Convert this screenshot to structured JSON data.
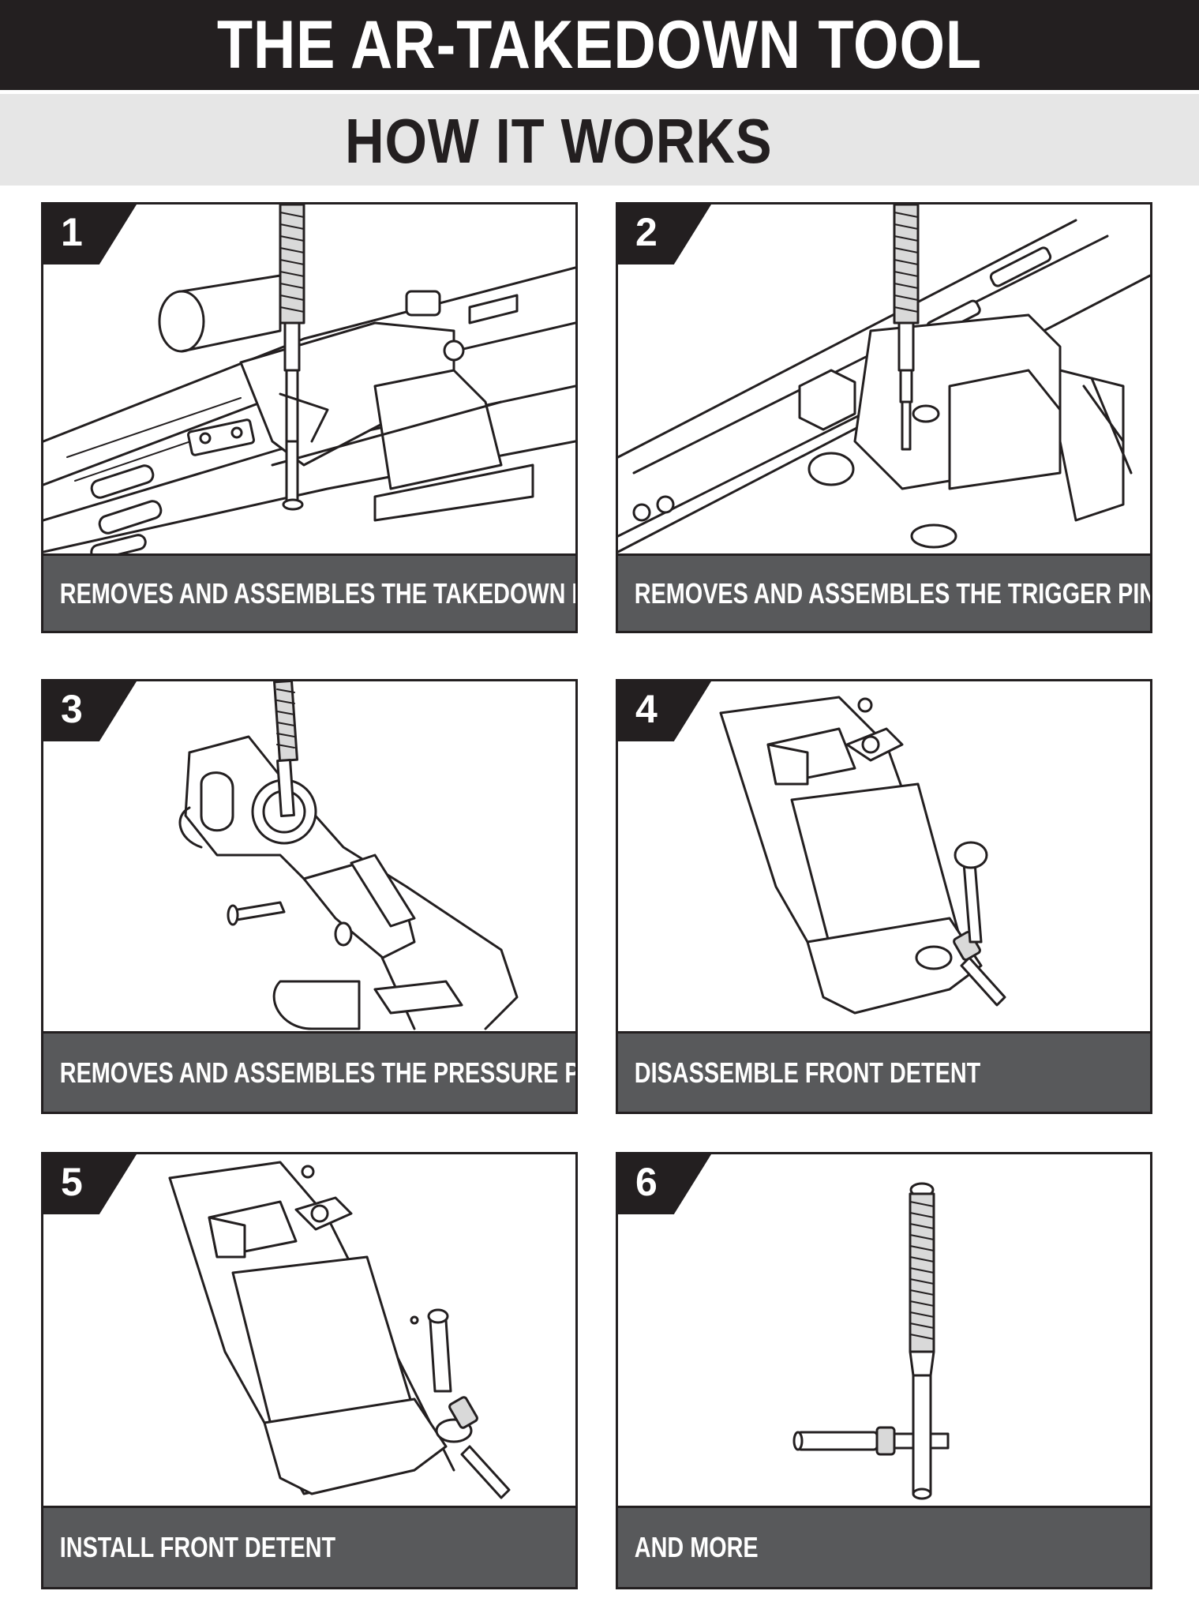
{
  "header": {
    "title": "THE AR-TAKEDOWN TOOL",
    "subtitle": "HOW IT WORKS"
  },
  "colors": {
    "title_bar": "#231f20",
    "subtitle_bar": "#e6e6e6",
    "caption_bar": "#58595b"
  },
  "panels": [
    {
      "number": "1",
      "caption": "REMOVES AND ASSEMBLES THE TAKEDOWN PINS"
    },
    {
      "number": "2",
      "caption": "REMOVES AND ASSEMBLES THE TRIGGER PINS"
    },
    {
      "number": "3",
      "caption": "REMOVES AND ASSEMBLES THE PRESSURE PINS"
    },
    {
      "number": "4",
      "caption": "DISASSEMBLE FRONT DETENT"
    },
    {
      "number": "5",
      "caption": "INSTALL FRONT DETENT"
    },
    {
      "number": "6",
      "caption": "AND MORE"
    }
  ]
}
